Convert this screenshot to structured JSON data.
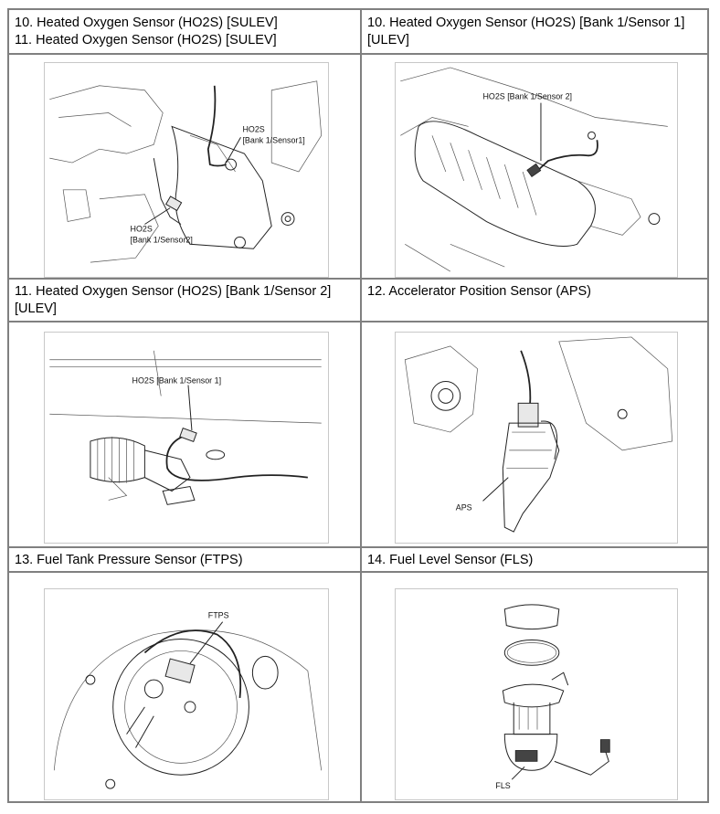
{
  "cells": [
    {
      "lines": [
        "10. Heated Oxygen Sensor (HO2S) [SULEV]",
        "11. Heated Oxygen Sensor (HO2S) [SULEV]"
      ],
      "labels": [
        "HO2S",
        "[Bank 1/Sensor1]",
        "HO2S",
        "[Bank 1/Sensor2]"
      ]
    },
    {
      "lines": [
        "10. Heated Oxygen Sensor (HO2S) [Bank 1/Sensor 1]",
        "[ULEV]"
      ],
      "labels": [
        "HO2S [Bank 1/Sensor 2]"
      ]
    },
    {
      "lines": [
        "11. Heated Oxygen Sensor (HO2S) [Bank 1/Sensor 2]",
        "[ULEV]"
      ],
      "labels": [
        "HO2S [Bank 1/Sensor 1]"
      ]
    },
    {
      "lines": [
        "12. Accelerator Position Sensor (APS)"
      ],
      "labels": [
        "APS"
      ]
    },
    {
      "lines": [
        "13. Fuel Tank Pressure Sensor (FTPS)"
      ],
      "labels": [
        "FTPS"
      ]
    },
    {
      "lines": [
        "14. Fuel Level Sensor (FLS)"
      ],
      "labels": [
        "FLS"
      ]
    }
  ]
}
